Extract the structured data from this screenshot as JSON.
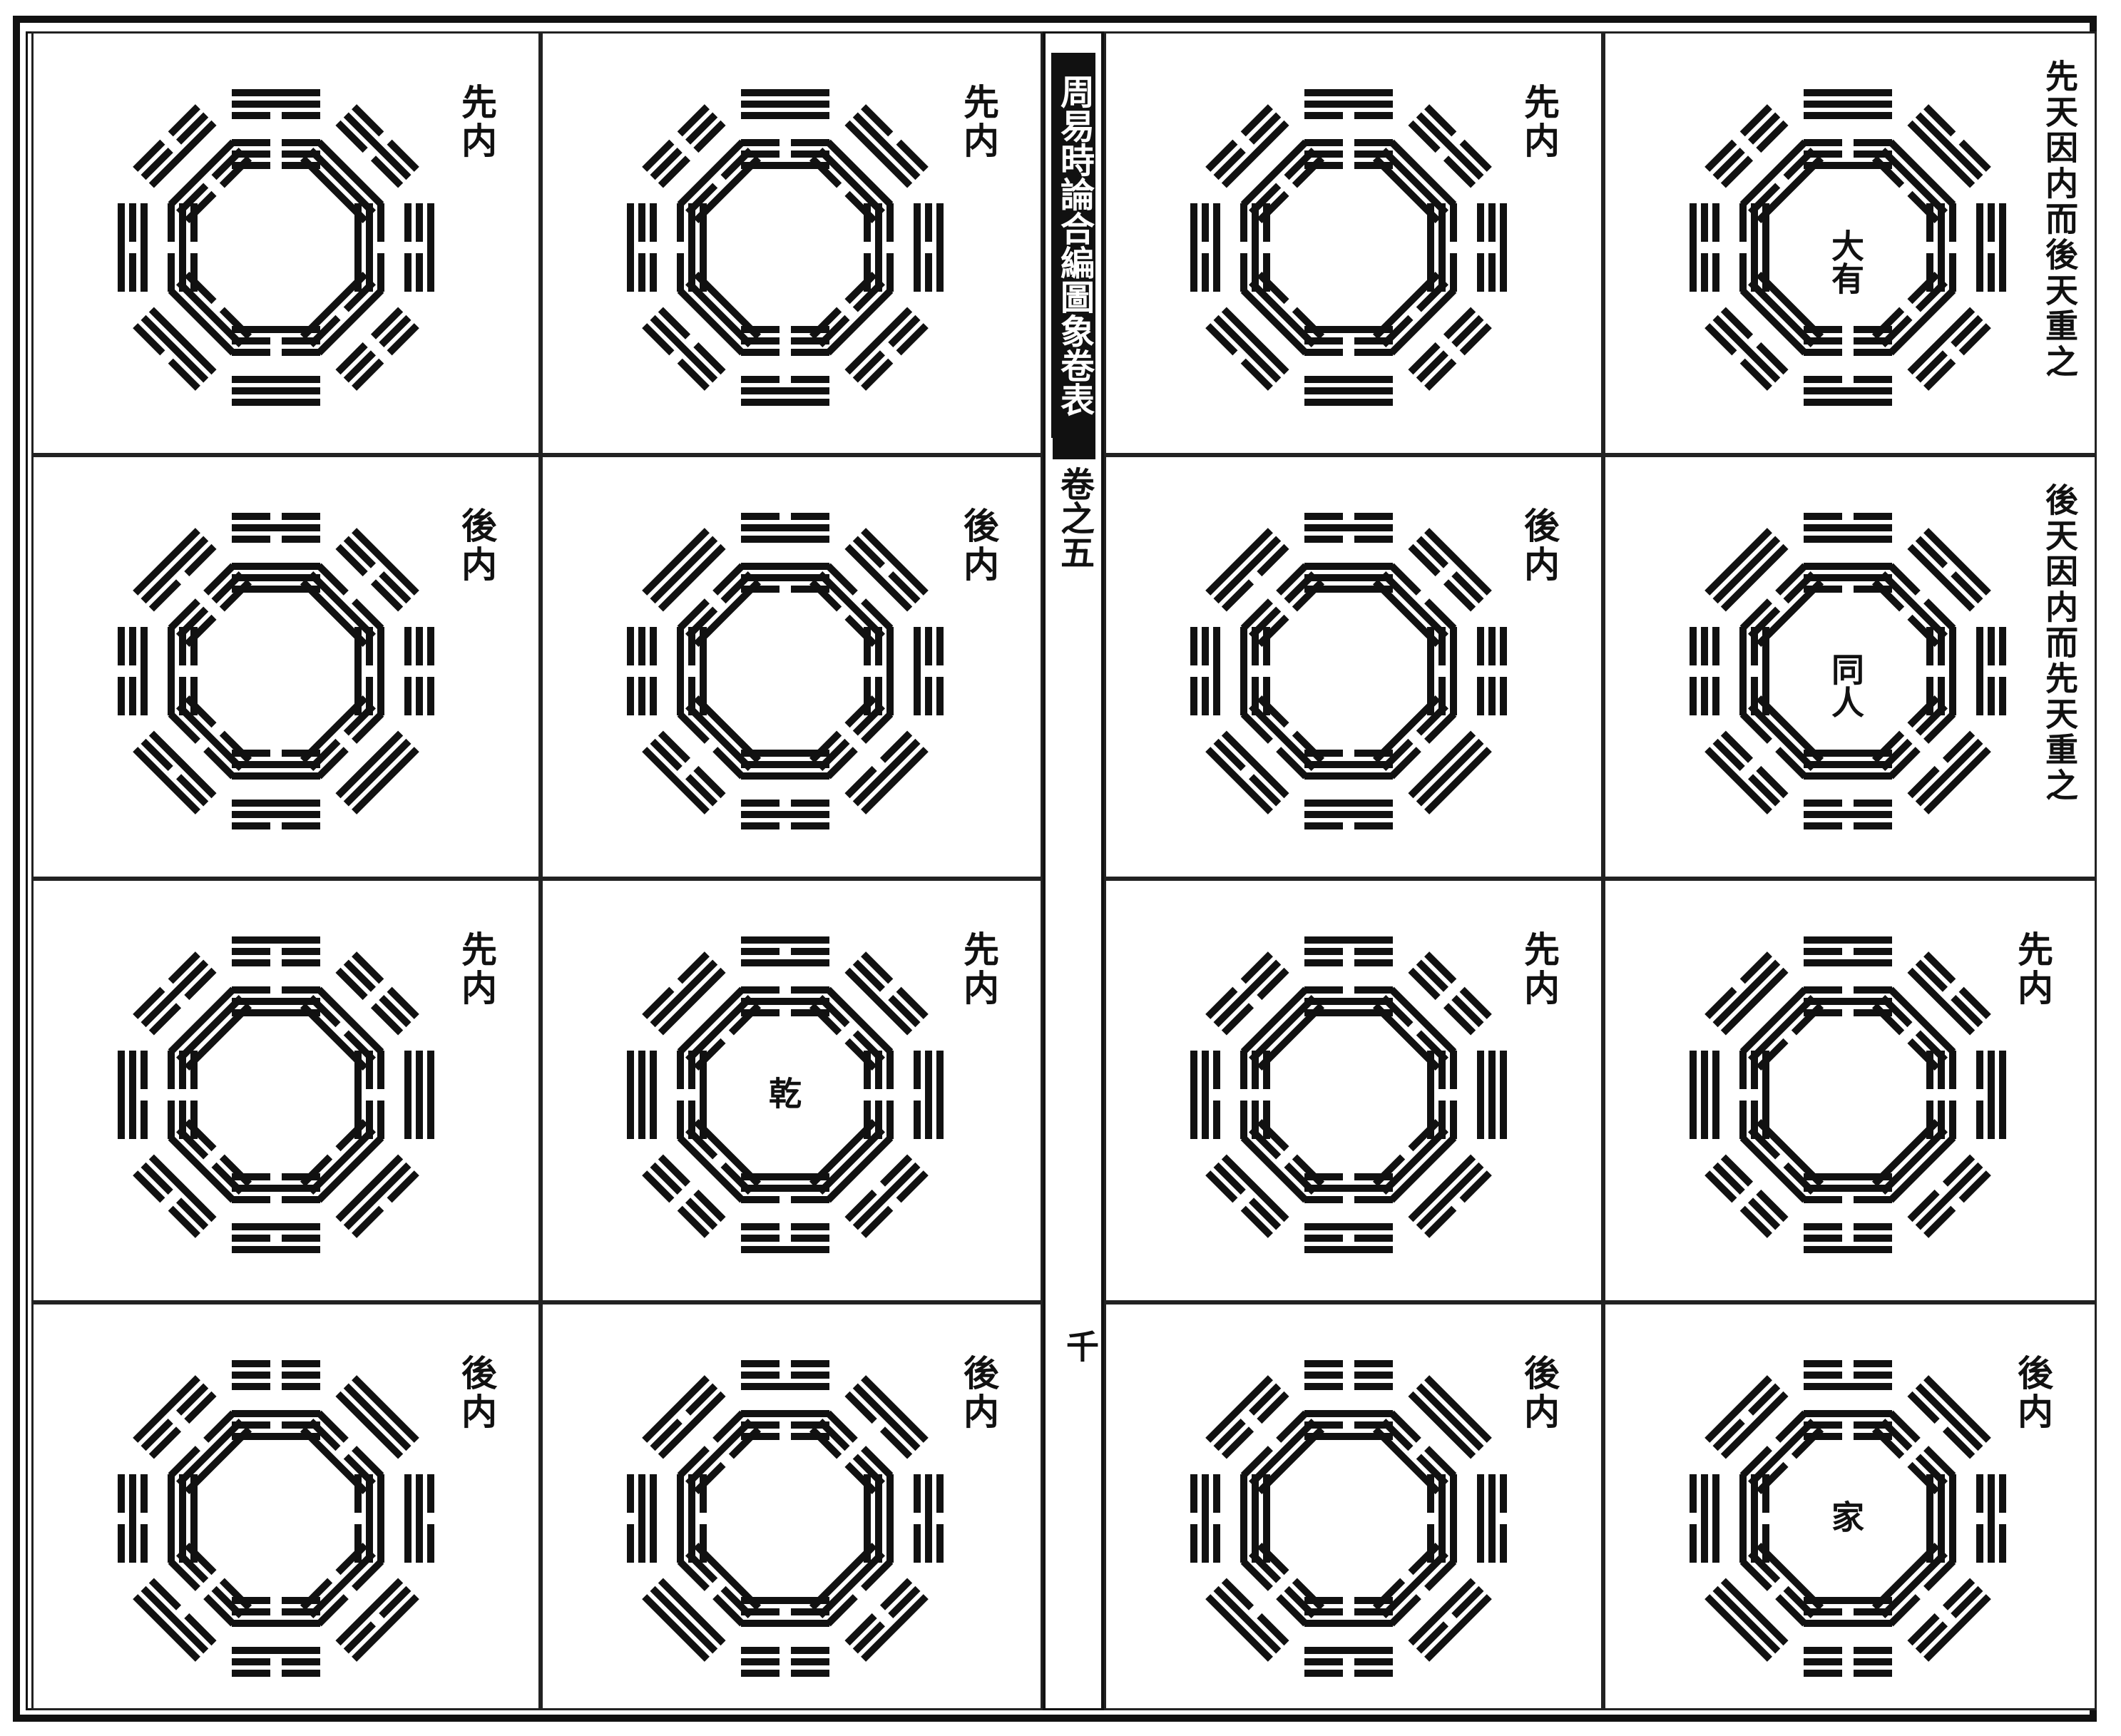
{
  "center_strip": {
    "title": "周易時論合編圖象卷表",
    "volume": "卷之五",
    "page": "千"
  },
  "trigram_glyphs": [
    "☰",
    "☱",
    "☲",
    "☳",
    "☴",
    "☵",
    "☶",
    "☷"
  ],
  "panels": [
    {
      "label": "先天因内而後天重之",
      "center": "大有",
      "style": "long"
    },
    {
      "label": "後天因内而先天重之",
      "center": "同人",
      "style": "long"
    },
    {
      "label": "先内",
      "center": "",
      "style": "short"
    },
    {
      "label": "後内",
      "center": "家",
      "style": "short"
    },
    {
      "label": "先内",
      "center": "",
      "style": "short"
    },
    {
      "label": "後内",
      "center": "",
      "style": "short"
    },
    {
      "label": "先内",
      "center": "",
      "style": "short"
    },
    {
      "label": "後内",
      "center": "",
      "style": "short"
    },
    {
      "label": "先内",
      "center": "",
      "style": "short"
    },
    {
      "label": "後内",
      "center": "",
      "style": "short"
    },
    {
      "label": "先内",
      "center": "乾",
      "style": "short"
    },
    {
      "label": "後内",
      "center": "",
      "style": "short"
    },
    {
      "label": "先内",
      "center": "",
      "style": "short"
    },
    {
      "label": "後内",
      "center": "",
      "style": "short"
    },
    {
      "label": "先内",
      "center": "",
      "style": "short"
    },
    {
      "label": "後内",
      "center": "",
      "style": "short"
    }
  ]
}
